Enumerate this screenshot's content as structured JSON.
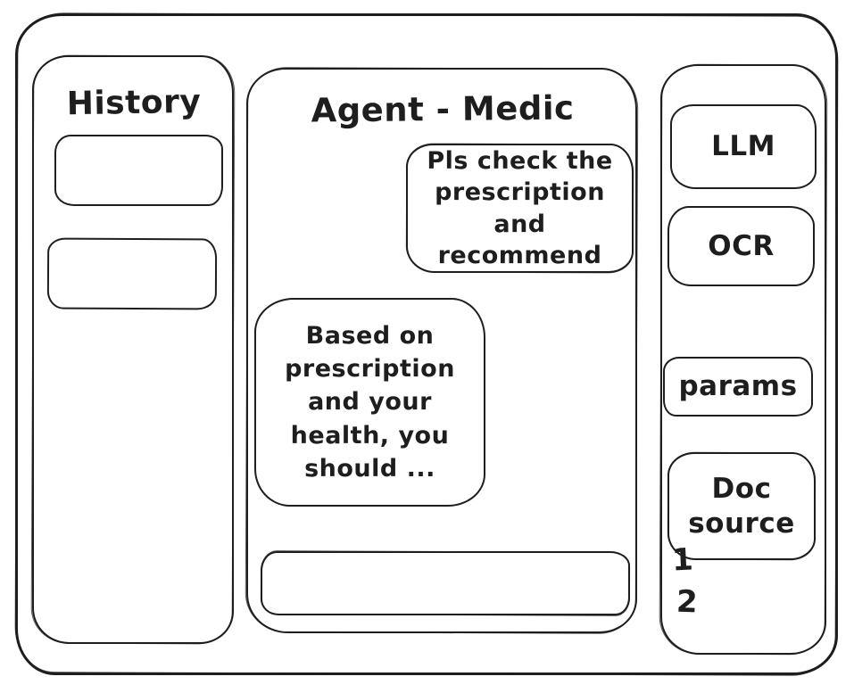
{
  "app": {
    "background": "#ffffff",
    "stroke_color": "#1e1e1e"
  },
  "sidebar_left": {
    "title": "History",
    "items": [
      {
        "label": ""
      },
      {
        "label": ""
      }
    ]
  },
  "chat": {
    "title": "Agent - Medic",
    "messages": [
      {
        "role": "user",
        "text": "Pls check the prescription and recommend"
      },
      {
        "role": "assistant",
        "text": "Based on prescription and your health, you should ..."
      }
    ],
    "input": {
      "value": "",
      "placeholder": ""
    }
  },
  "sidebar_right": {
    "buttons": [
      {
        "label": "LLM"
      },
      {
        "label": "OCR"
      },
      {
        "label": "params"
      },
      {
        "label": "Doc source"
      }
    ],
    "doc_source_items": [
      {
        "label": "1"
      },
      {
        "label": "2"
      }
    ]
  }
}
